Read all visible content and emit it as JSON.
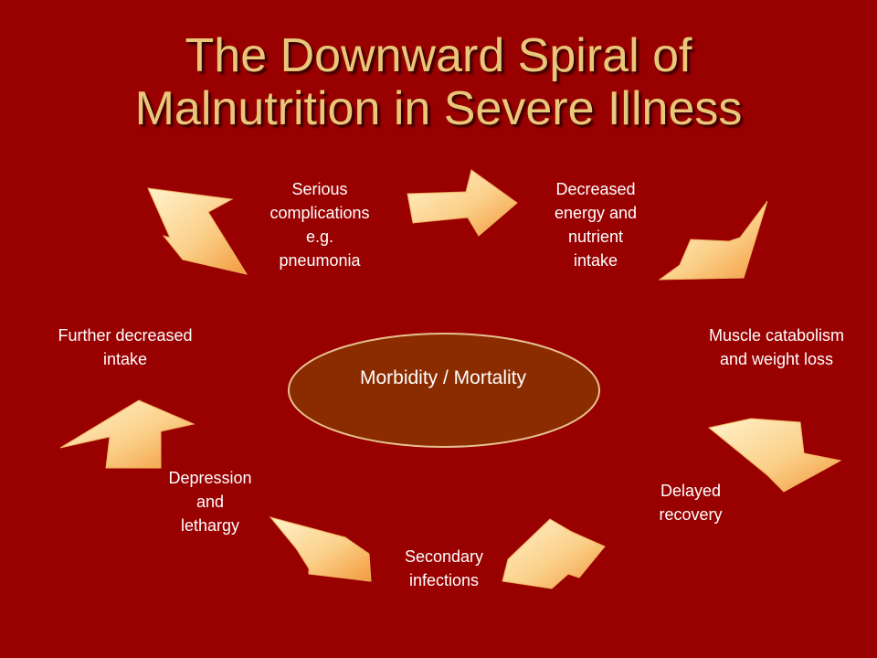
{
  "title": {
    "line1": "The Downward Spiral of",
    "line2": "Malnutrition in Severe Illness"
  },
  "center": {
    "label": "Morbidity / Mortality"
  },
  "nodes": [
    {
      "lines": [
        "Serious",
        "complications",
        "e.g.",
        "pneumonia"
      ]
    },
    {
      "lines": [
        "Decreased",
        "energy and",
        "nutrient",
        "intake"
      ]
    },
    {
      "lines": [
        "Muscle catabolism",
        "and weight loss"
      ]
    },
    {
      "lines": [
        "Delayed",
        "recovery"
      ]
    },
    {
      "lines": [
        "Secondary",
        "infections"
      ]
    },
    {
      "lines": [
        "Depression",
        "and",
        "lethargy"
      ]
    },
    {
      "lines": [
        "Further decreased",
        "intake"
      ]
    }
  ],
  "colors": {
    "background": "#990000",
    "title": "#e8c77a",
    "arrow_light": "#fff2c8",
    "arrow_dark": "#f4a94e",
    "ellipse_fill": "#8b2c00"
  }
}
